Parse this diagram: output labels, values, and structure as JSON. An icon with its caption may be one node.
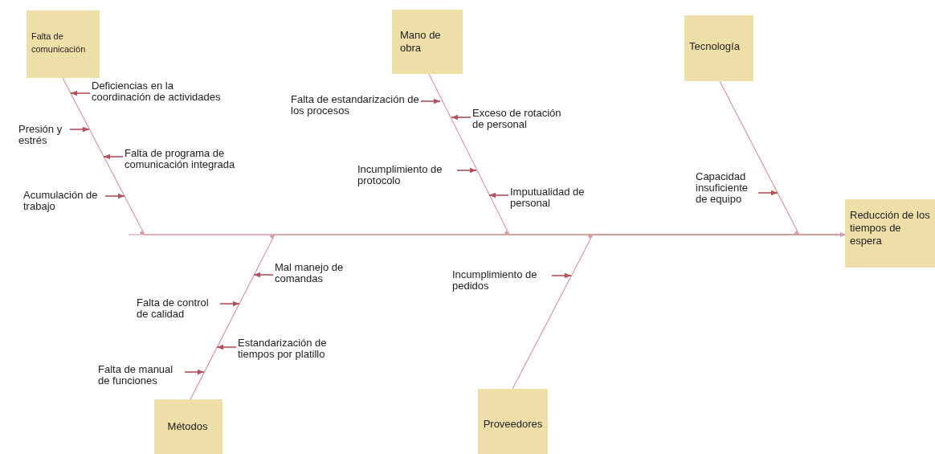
{
  "diagram": {
    "nodes": [
      {
        "text": [
          "Falta de comunicación"
        ]
      },
      {
        "text": [
          "Deficiencias en la coordinación de actividades"
        ]
      },
      {
        "text": [
          "Presión y estrés"
        ]
      },
      {
        "text": [
          "Falta de programa de comunicación integrada"
        ]
      },
      {
        "text": [
          "Acumulación de trabajo"
        ]
      },
      {
        "text": [
          "Mano de obra"
        ]
      },
      {
        "text": [
          "Falta de estandarización de los procesos"
        ]
      },
      {
        "text": [
          "Exceso de rotación de personal"
        ]
      },
      {
        "text": [
          "Incumplimiento de protocolo"
        ]
      },
      {
        "text": [
          "Imputualidad de personal"
        ]
      },
      {
        "text": [
          "Tecnología"
        ]
      },
      {
        "text": [
          "Capacidad insuficiente de equipo"
        ]
      },
      {
        "text": [
          "Reducción de los tiempos de espera"
        ]
      },
      {
        "text": [
          "Métodos"
        ]
      },
      {
        "text": [
          "Mal manejo de comandas"
        ]
      },
      {
        "text": [
          "Falta de control de calidad"
        ]
      },
      {
        "text": [
          "Estandarización de tiempos por platillo"
        ]
      },
      {
        "text": [
          "Falta de manual de funciones"
        ]
      },
      {
        "text": [
          "Proveedores"
        ]
      },
      {
        "text": [
          "Incumplimiento de pedidos"
        ]
      }
    ],
    "edges": [
      {
        "from": null,
        "to": 12,
        "arrow": "to",
        "color": "#d39aa0"
      },
      {
        "from": 0,
        "to": 12,
        "arrow": "to",
        "color": "#d39aa0"
      },
      {
        "from": 1,
        "to": null,
        "arrow": "to"
      },
      {
        "from": 2,
        "to": null,
        "arrow": "to"
      },
      {
        "from": 3,
        "to": null,
        "arrow": "to"
      },
      {
        "from": 4,
        "to": null,
        "arrow": "to"
      },
      {
        "from": 5,
        "to": 12,
        "arrow": "to",
        "color": "#d39aa0"
      },
      {
        "from": 6,
        "to": null,
        "arrow": "to"
      },
      {
        "from": 7,
        "to": null,
        "arrow": "to"
      },
      {
        "from": 8,
        "to": null,
        "arrow": "to"
      },
      {
        "from": 9,
        "to": null,
        "arrow": "to"
      },
      {
        "from": 10,
        "to": 12,
        "arrow": "to",
        "color": "#d39aa0"
      },
      {
        "from": 11,
        "to": null,
        "arrow": "to"
      },
      {
        "from": 13,
        "to": 12,
        "arrow": "to",
        "color": "#d39aa0"
      },
      {
        "from": 14,
        "to": null,
        "arrow": "to"
      },
      {
        "from": 15,
        "to": null,
        "arrow": "to"
      },
      {
        "from": 16,
        "to": null,
        "arrow": "to"
      },
      {
        "from": 17,
        "to": null,
        "arrow": "to"
      },
      {
        "from": 18,
        "to": 12,
        "arrow": "to",
        "color": "#d39aa0"
      },
      {
        "from": 19,
        "to": null,
        "arrow": "to"
      }
    ]
  }
}
